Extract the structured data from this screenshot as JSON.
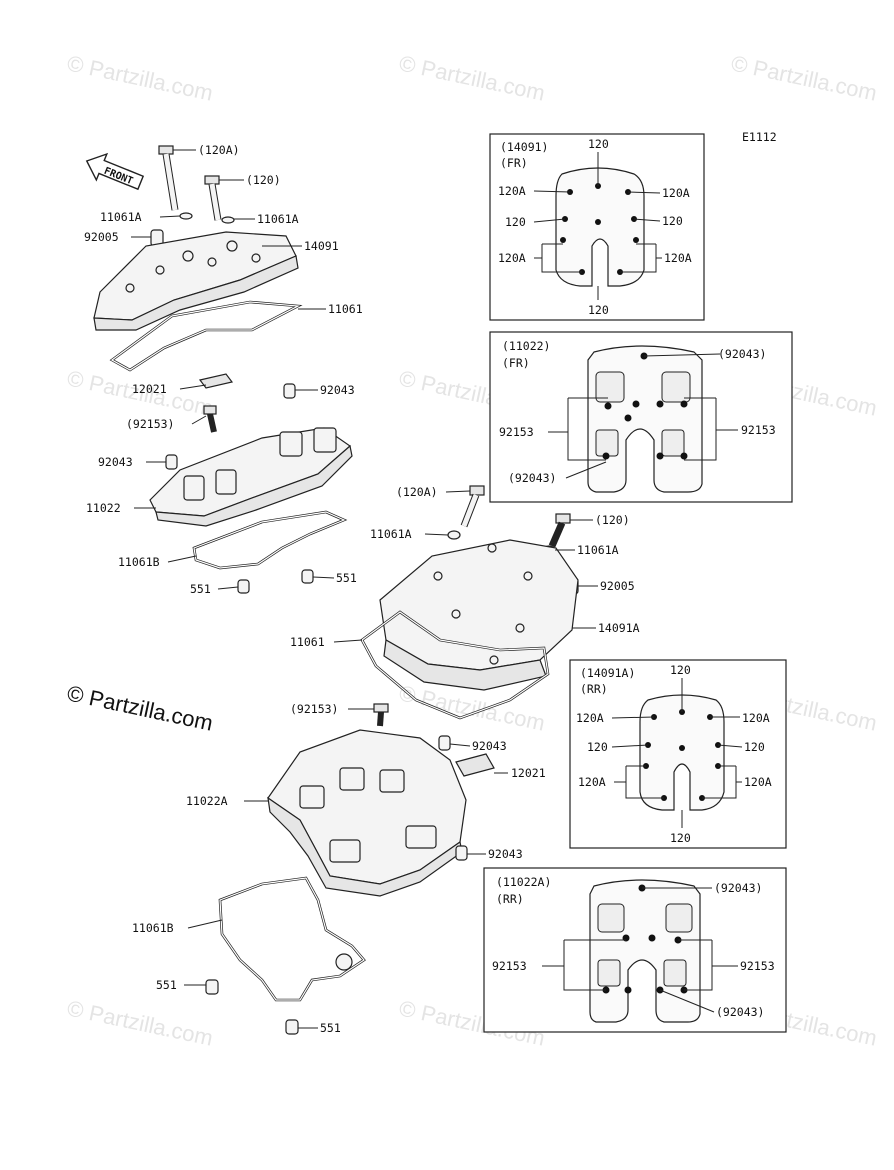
{
  "diagram_code": "E1112",
  "copyright": "© Partzilla.com",
  "watermark": "© Partzilla.com",
  "front_label": "FRONT",
  "callouts": {
    "c120A_top": "(120A)",
    "c120_top": "(120)",
    "c11061A_l": "11061A",
    "c11061A_r": "11061A",
    "c92005": "92005",
    "c14091": "14091",
    "c11061": "11061",
    "c12021": "12021",
    "c92043_a": "92043",
    "c92153": "(92153)",
    "c92043_b": "92043",
    "c11022": "11022",
    "c11061B": "11061B",
    "c551_l": "551",
    "c551_r": "551",
    "c120A_mid": "(120A)",
    "c11061A_mid_l": "11061A",
    "c120_mid": "(120)",
    "c11061A_mid_r": "11061A",
    "c92005_mid": "92005",
    "c11061_mid": "11061",
    "c14091A": "14091A",
    "c92153_b": "(92153)",
    "c92043_c": "92043",
    "c12021_b": "12021",
    "c11022A": "11022A",
    "c92043_d": "92043",
    "c11061B_b": "11061B",
    "c551_b1": "551",
    "c551_b2": "551"
  },
  "inset_14091": {
    "title": "(14091)",
    "sub": "(FR)",
    "top": "120",
    "bottom": "120",
    "l1": "120A",
    "l2": "120",
    "l3": "120A",
    "r1": "120A",
    "r2": "120",
    "r3": "120A"
  },
  "inset_11022": {
    "title": "(11022)",
    "sub": "(FR)",
    "tr": "(92043)",
    "l": "92153",
    "r": "92153",
    "bl": "(92043)"
  },
  "inset_14091A": {
    "title": "(14091A)",
    "sub": "(RR)",
    "top": "120",
    "bottom": "120",
    "l1": "120A",
    "l2": "120",
    "l3": "120A",
    "r1": "120A",
    "r2": "120",
    "r3": "120A"
  },
  "inset_11022A": {
    "title": "(11022A)",
    "sub": "(RR)",
    "tr": "(92043)",
    "l": "92153",
    "r": "92153",
    "br": "(92043)"
  }
}
